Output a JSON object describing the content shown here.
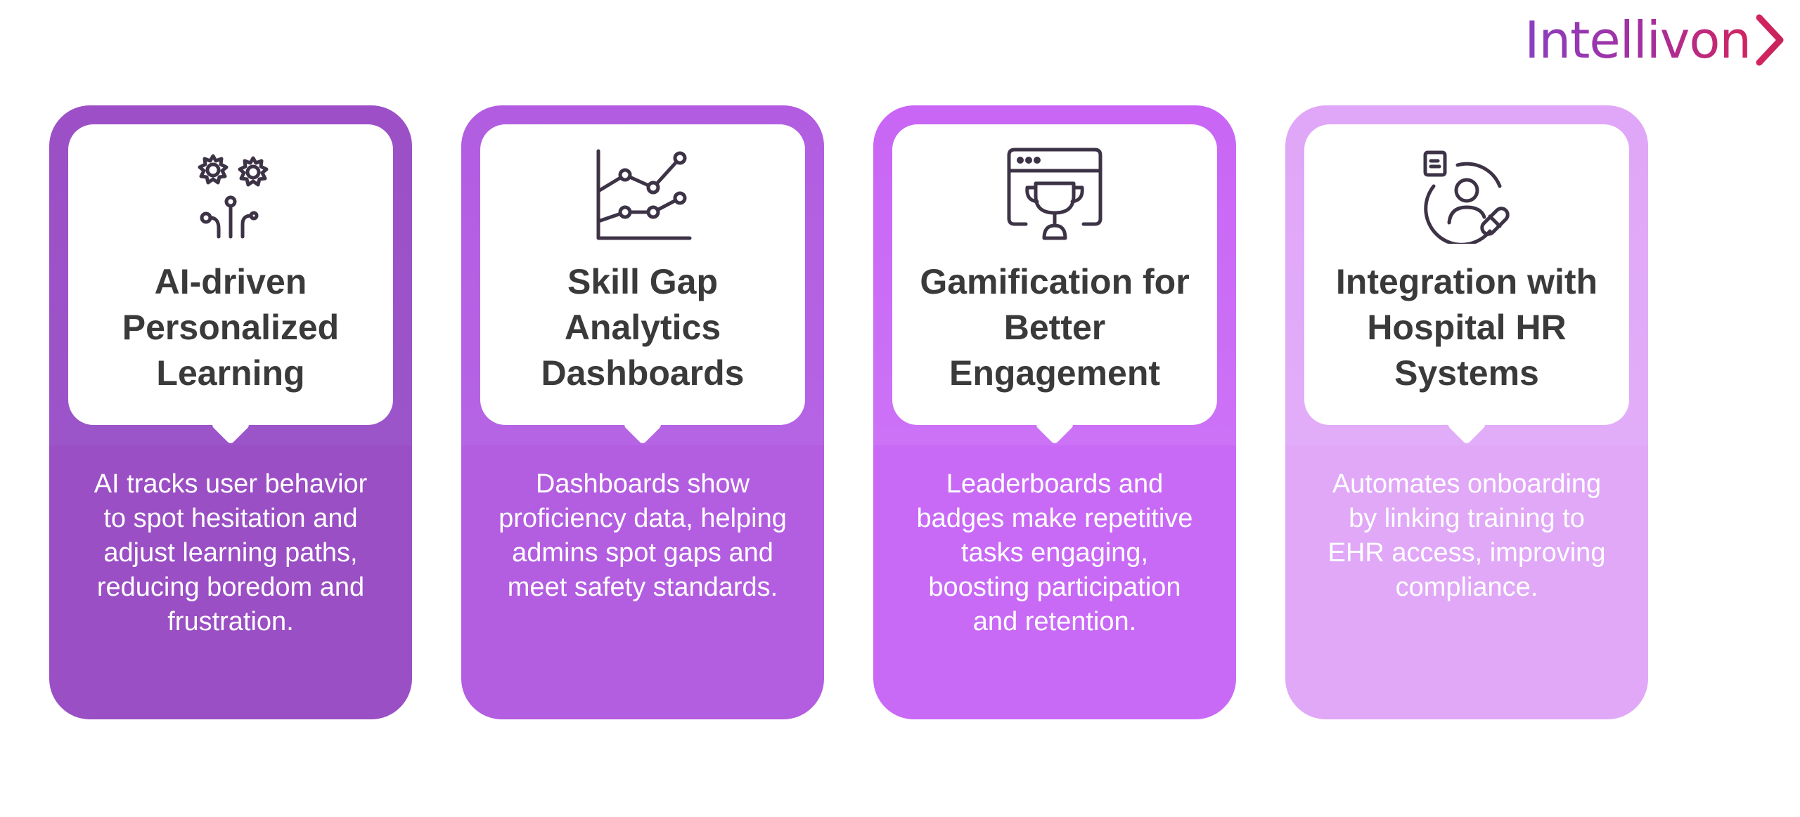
{
  "brand": {
    "name": "Intellivon"
  },
  "cards": [
    {
      "icon": "gears-flowers-icon",
      "title": "AI-driven Personalized Learning",
      "description": "AI tracks user behavior to spot hesitation and adjust learning paths, reducing boredom and frustration."
    },
    {
      "icon": "line-chart-icon",
      "title": "Skill Gap Analytics Dashboards",
      "description": "Dashboards show proficiency data, helping admins spot gaps and meet safety standards."
    },
    {
      "icon": "browser-trophy-icon",
      "title": "Gamification for Better Engagement",
      "description": "Leaderboards and badges make repetitive tasks engaging, boosting participation and retention."
    },
    {
      "icon": "user-document-icon",
      "title": "Integration with Hospital HR Systems",
      "description": "Automates onboarding by linking training to EHR access, improving compliance."
    }
  ],
  "colors": {
    "card_1": "#9c4fc6",
    "card_2": "#b25de1",
    "card_3": "#c966f5",
    "card_4": "#e0a6f7",
    "icon_stroke": "#3d3346",
    "title_text": "#3a3a3a"
  }
}
